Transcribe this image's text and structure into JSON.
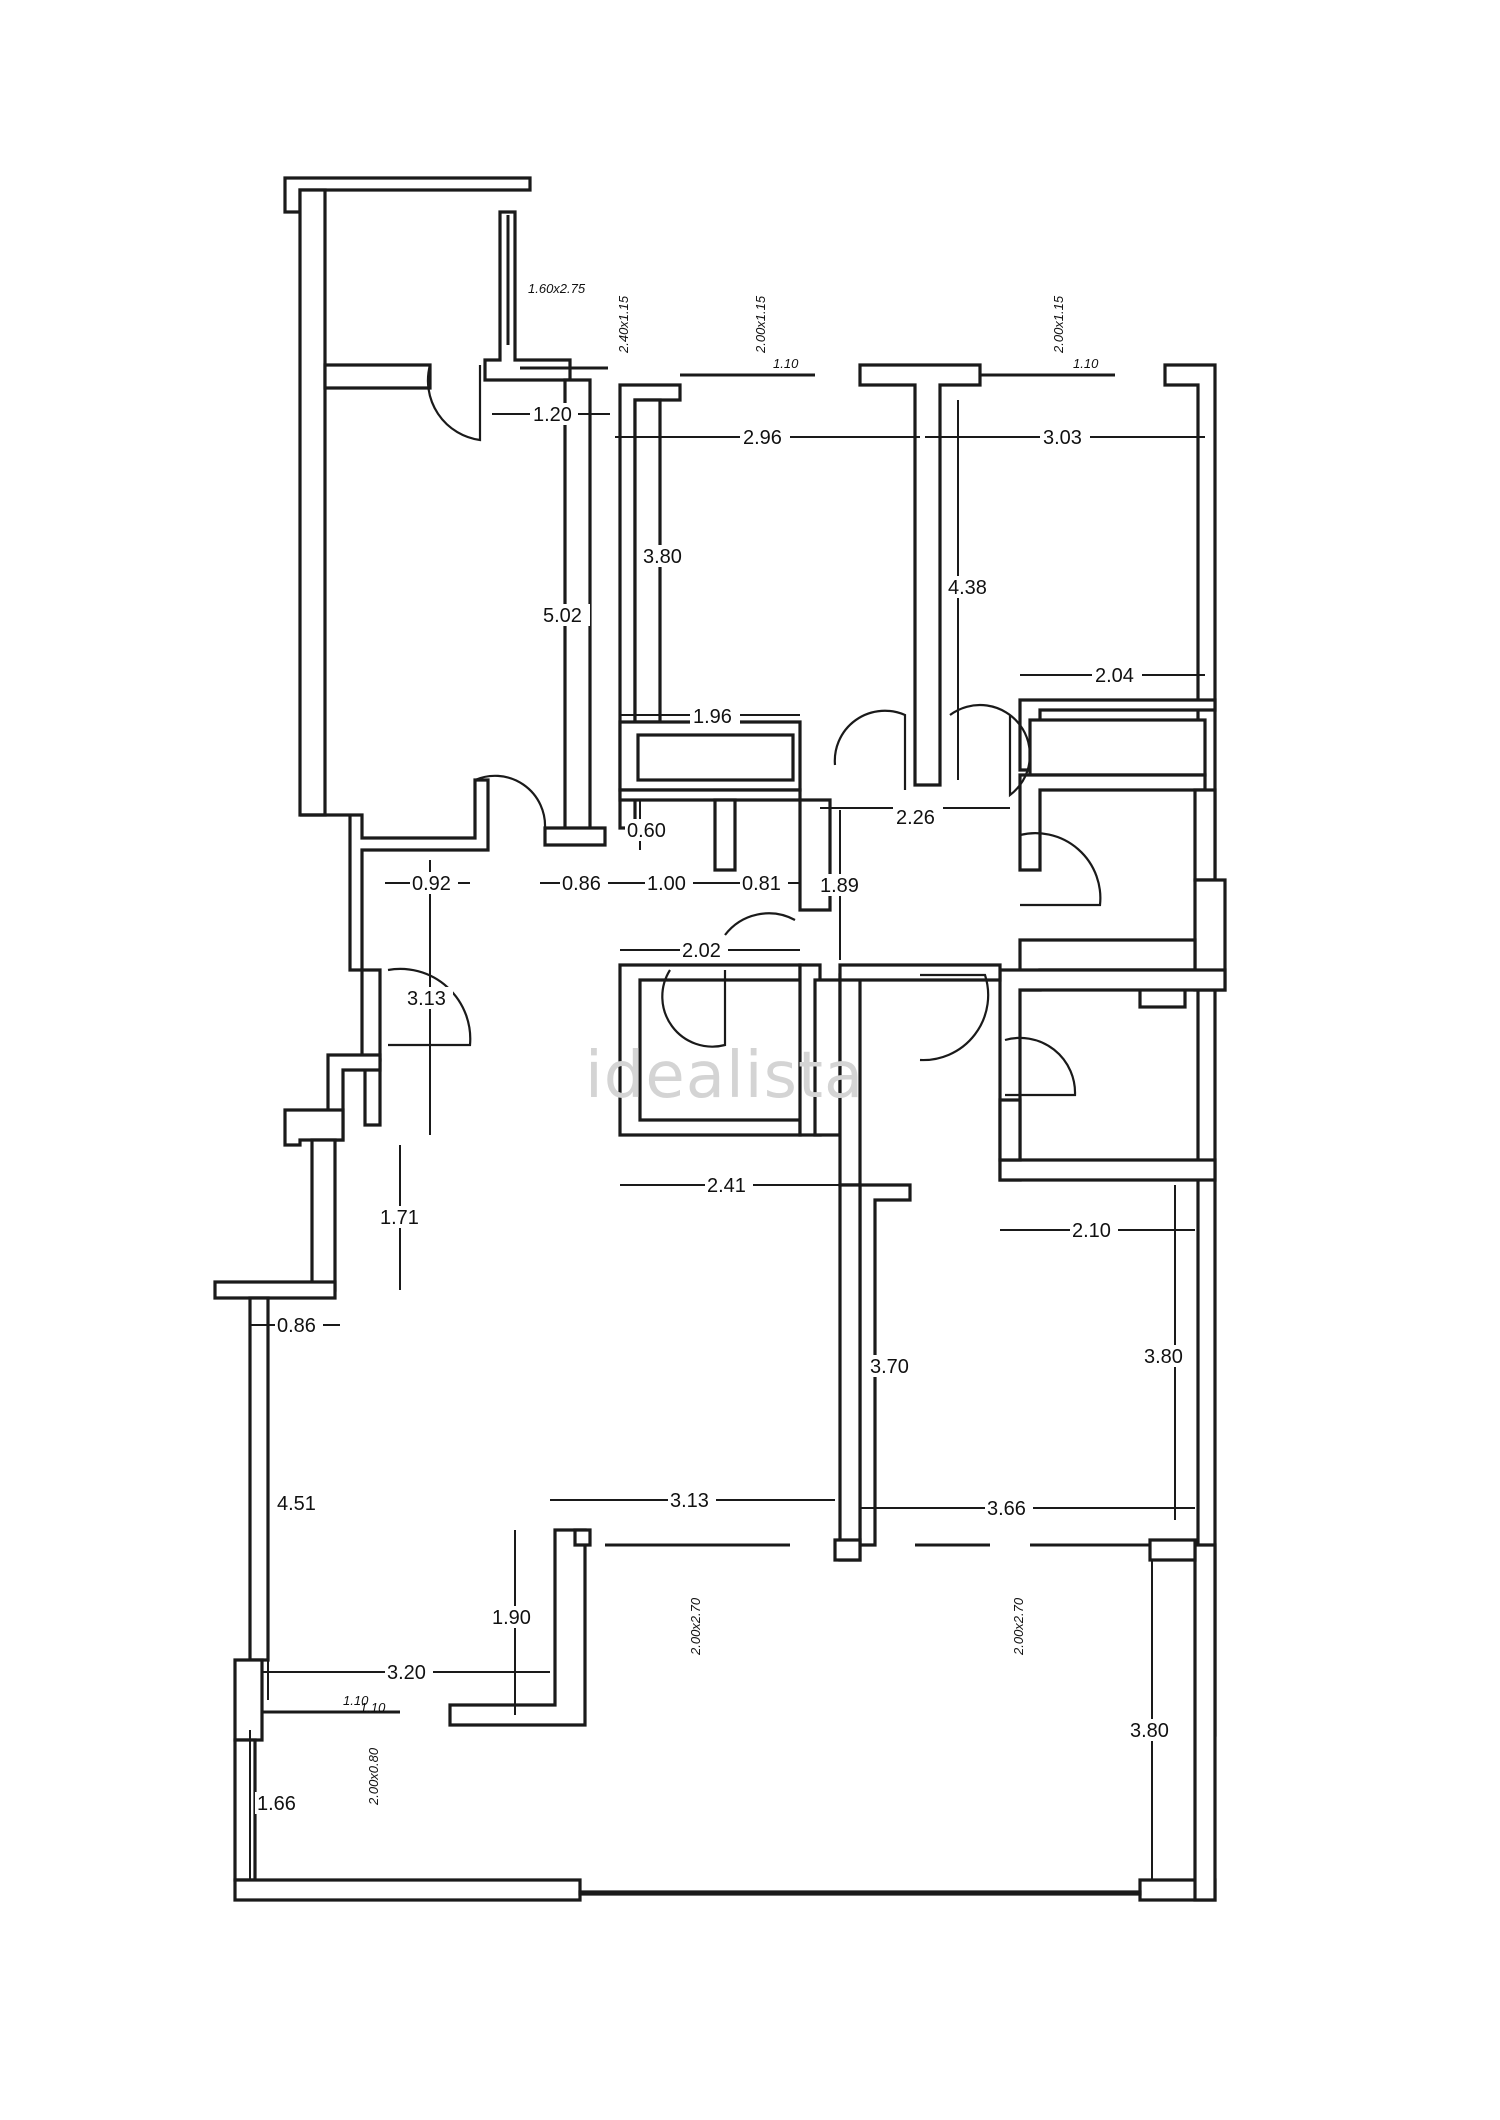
{
  "watermark": "idealista",
  "dimensions": {
    "d_1_20": "1.20",
    "d_2_96": "2.96",
    "d_3_03": "3.03",
    "d_3_80_a": "3.80",
    "d_5_02": "5.02",
    "d_4_38": "4.38",
    "d_2_04": "2.04",
    "d_1_96": "1.96",
    "d_2_26": "2.26",
    "d_0_60": "0.60",
    "d_0_92": "0.92",
    "d_0_86_a": "0.86",
    "d_1_00": "1.00",
    "d_0_81": "0.81",
    "d_1_89": "1.89",
    "d_2_02": "2.02",
    "d_3_13_a": "3.13",
    "d_2_41": "2.41",
    "d_1_71": "1.71",
    "d_2_10": "2.10",
    "d_0_86_b": "0.86",
    "d_3_70": "3.70",
    "d_3_80_b": "3.80",
    "d_4_51": "4.51",
    "d_3_13_b": "3.13",
    "d_3_66": "3.66",
    "d_1_90": "1.90",
    "d_3_20": "3.20",
    "d_1_66": "1.66",
    "d_3_80_c": "3.80"
  },
  "window_notes": {
    "w1": "1.60x2.75",
    "w2": "2.40x1.15",
    "w3": "2.00x1.15",
    "w4": "1.10",
    "w5": "2.00x1.15",
    "w6": "1.10",
    "w7": "1.10",
    "w8": "2.00x2.70",
    "w9": "2.00x2.70",
    "w10": "1.10",
    "w11": "2.00x0.80"
  }
}
